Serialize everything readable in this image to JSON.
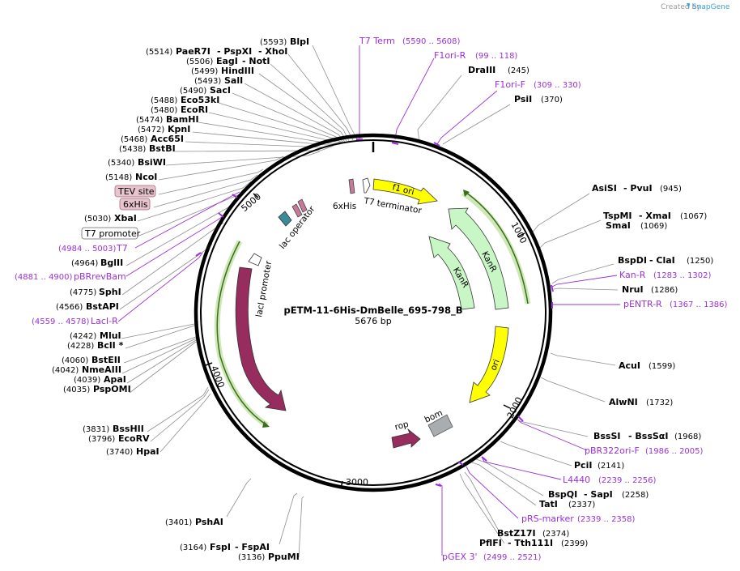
{
  "credit": {
    "created_by": "Created by",
    "brand": "SnapGene"
  },
  "plasmid": {
    "name": "pETM-11-6His-DmBelle_695-798_B",
    "length_label": "5676 bp"
  },
  "ticks": [
    "1000",
    "2000",
    "3000",
    "4000",
    "5000"
  ],
  "features": {
    "f1ori": "f1 ori",
    "kanr_outer": "KanR",
    "kanr_inner": "KanR",
    "ori": "ori",
    "bom": "bom",
    "rop": "rop",
    "laci": "lacI",
    "laci_promoter": "lacI promoter",
    "lac_operator": "lac operator",
    "his6": "6xHis",
    "t7_terminator": "T7 terminator"
  },
  "left_labels": {
    "blpi": {
      "pos": "(5593)",
      "name": "BlpI"
    },
    "paer7i": {
      "pos": "(5514)",
      "name": "PaeR7I",
      "extra1": "- PspXI",
      "extra2": "- XhoI"
    },
    "eagi": {
      "pos": "(5506)",
      "name": "EagI",
      "extra1": "- NotI"
    },
    "hindiii": {
      "pos": "(5499)",
      "name": "HindIII"
    },
    "sali": {
      "pos": "(5493)",
      "name": "SalI"
    },
    "saci": {
      "pos": "(5490)",
      "name": "SacI"
    },
    "eco53ki": {
      "pos": "(5488)",
      "name": "Eco53kI"
    },
    "ecori": {
      "pos": "(5480)",
      "name": "EcoRI"
    },
    "bamhi": {
      "pos": "(5474)",
      "name": "BamHI"
    },
    "kpni": {
      "pos": "(5472)",
      "name": "KpnI"
    },
    "acc65i": {
      "pos": "(5468)",
      "name": "Acc65I"
    },
    "bstbi": {
      "pos": "(5438)",
      "name": "BstBI"
    },
    "bsiwi": {
      "pos": "(5340)",
      "name": "BsiWI"
    },
    "ncoi": {
      "pos": "(5148)",
      "name": "NcoI"
    },
    "tev": {
      "name": "TEV site"
    },
    "his6box": {
      "name": "6xHis"
    },
    "xbai": {
      "pos": "(5030)",
      "name": "XbaI"
    },
    "t7prom": {
      "name": "T7 promoter"
    },
    "t7": {
      "pos": "(4984 .. 5003)",
      "name": "T7"
    },
    "bglii": {
      "pos": "(4964)",
      "name": "BglII"
    },
    "pbrrevbam": {
      "pos": "(4881 .. 4900)",
      "name": "pBRrevBam"
    },
    "sphi": {
      "pos": "(4775)",
      "name": "SphI"
    },
    "bstapi": {
      "pos": "(4566)",
      "name": "BstAPI"
    },
    "lacir": {
      "pos": "(4559 .. 4578)",
      "name": "LacI-R"
    },
    "mlui": {
      "pos": "(4242)",
      "name": "MluI"
    },
    "bcli": {
      "pos": "(4228)",
      "name": "BclI *"
    },
    "bsteii": {
      "pos": "(4060)",
      "name": "BstEII"
    },
    "nmeaiii": {
      "pos": "(4042)",
      "name": "NmeAIII"
    },
    "apai": {
      "pos": "(4039)",
      "name": "ApaI"
    },
    "pspomi": {
      "pos": "(4035)",
      "name": "PspOMI"
    },
    "bsshii": {
      "pos": "(3831)",
      "name": "BssHII"
    },
    "ecorv": {
      "pos": "(3796)",
      "name": "EcoRV"
    },
    "hpai": {
      "pos": "(3740)",
      "name": "HpaI"
    },
    "pshai": {
      "pos": "(3401)",
      "name": "PshAI"
    },
    "fspi": {
      "pos": "(3164)",
      "name": "FspI",
      "extra1": "- FspAI"
    },
    "ppumi": {
      "pos": "(3136)",
      "name": "PpuMI"
    }
  },
  "right_labels": {
    "t7term": {
      "name": "T7 Term",
      "pos": "(5590 .. 5608)"
    },
    "f1orir": {
      "name": "F1ori-R",
      "pos": "(99 .. 118)"
    },
    "draiii": {
      "name": "DraIII",
      "pos": "(245)"
    },
    "f1orif": {
      "name": "F1ori-F",
      "pos": "(309 .. 330)"
    },
    "psii": {
      "name": "PsiI",
      "pos": "(370)"
    },
    "asisi": {
      "name": "AsiSI",
      "extra1": "- PvuI",
      "pos": "(945)"
    },
    "tspmi": {
      "name": "TspMI",
      "extra1": "- XmaI",
      "pos": "(1067)"
    },
    "smai": {
      "name": "SmaI",
      "pos": "(1069)"
    },
    "bspdi": {
      "name": "BspDI",
      "extra1": "- ClaI",
      "pos": "(1250)"
    },
    "kanr": {
      "name": "Kan-R",
      "pos": "(1283 .. 1302)"
    },
    "nrui": {
      "name": "NruI",
      "pos": "(1286)"
    },
    "pentrr": {
      "name": "pENTR-R",
      "pos": "(1367 .. 1386)"
    },
    "acui": {
      "name": "AcuI",
      "pos": "(1599)"
    },
    "alwni": {
      "name": "AlwNI",
      "pos": "(1732)"
    },
    "bsssi": {
      "name": "BssSI",
      "extra1": "- BssSαI",
      "pos": "(1968)"
    },
    "pbr322orif": {
      "name": "pBR322ori-F",
      "pos": "(1986 .. 2005)"
    },
    "pcii": {
      "name": "PciI",
      "pos": "(2141)"
    },
    "l4440": {
      "name": "L4440",
      "pos": "(2239 .. 2256)"
    },
    "bspqi": {
      "name": "BspQI",
      "extra1": "- SapI",
      "pos": "(2258)"
    },
    "tati": {
      "name": "TatI",
      "pos": "(2337)"
    },
    "prsmarker": {
      "name": "pRS-marker",
      "pos": "(2339 .. 2358)"
    },
    "bstz17i": {
      "name": "BstZ17I",
      "pos": "(2374)"
    },
    "pflfi": {
      "name": "PflFI",
      "extra1": "- Tth111I",
      "pos": "(2399)"
    },
    "pgex3": {
      "name": "pGEX 3'",
      "pos": "(2499 .. 2521)"
    }
  },
  "colors": {
    "primer": "#9b30d9",
    "ori": "#ffff00",
    "kanr": "#c8f7c5",
    "laci": "#962d5e",
    "bom": "#a9adb0",
    "lac_operator": "#3a8a99",
    "marker_green": "#59a82c",
    "credit": "#9a9a9a"
  }
}
